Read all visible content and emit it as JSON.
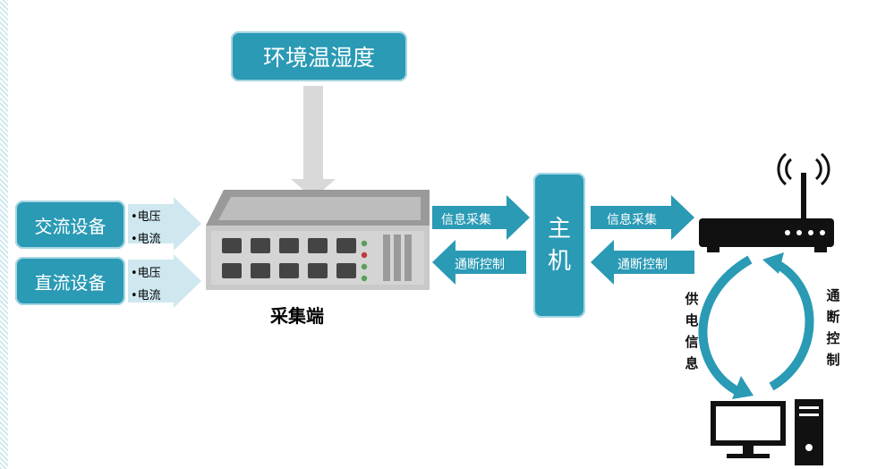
{
  "env_box": "环境温湿度",
  "ac_box": "交流设备",
  "dc_box": "直流设备",
  "ac_items": [
    "•电压",
    "•电流"
  ],
  "dc_items": [
    "•电压",
    "•电流"
  ],
  "collector_label": "采集端",
  "host_box": [
    "主",
    "机"
  ],
  "arrows": {
    "collect_1": "信息采集",
    "control_1": "通断控制",
    "collect_2": "信息采集",
    "control_2": "通断控制"
  },
  "side_left": [
    "供",
    "电",
    "信",
    "息"
  ],
  "side_right": [
    "通",
    "断",
    "控",
    "制"
  ],
  "colors": {
    "box": "#2a9ab5",
    "arrow": "#2a9ab5",
    "pale_arrow": "#cfe8f0"
  }
}
